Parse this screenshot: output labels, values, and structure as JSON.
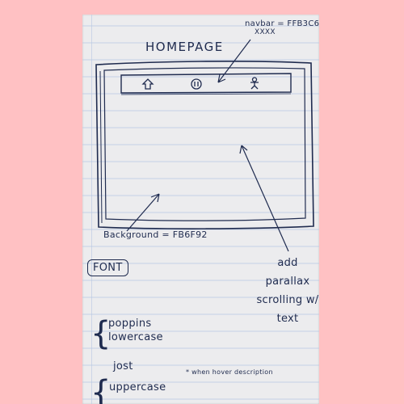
{
  "page_title": "HOMEPAGE",
  "navbar_note": "navbar = FFB3C6",
  "navbar_scribble": "XXXX",
  "background_note": "Background = FB6F92",
  "font_label": "FONT",
  "parallax_note": "add parallax scrolling w/ text",
  "font_poppins": "poppins lowercase",
  "font_jost": "jost",
  "font_uppercase": "uppercase",
  "font_footnote": "* when hover description",
  "nav_icons": [
    "home-icon",
    "center-icon",
    "person-icon"
  ],
  "colors": {
    "page_background": "#FFC1C3",
    "paper": "#ECECEE",
    "ink": "#1F2B4F",
    "rule_line": "#B8C7E2"
  }
}
